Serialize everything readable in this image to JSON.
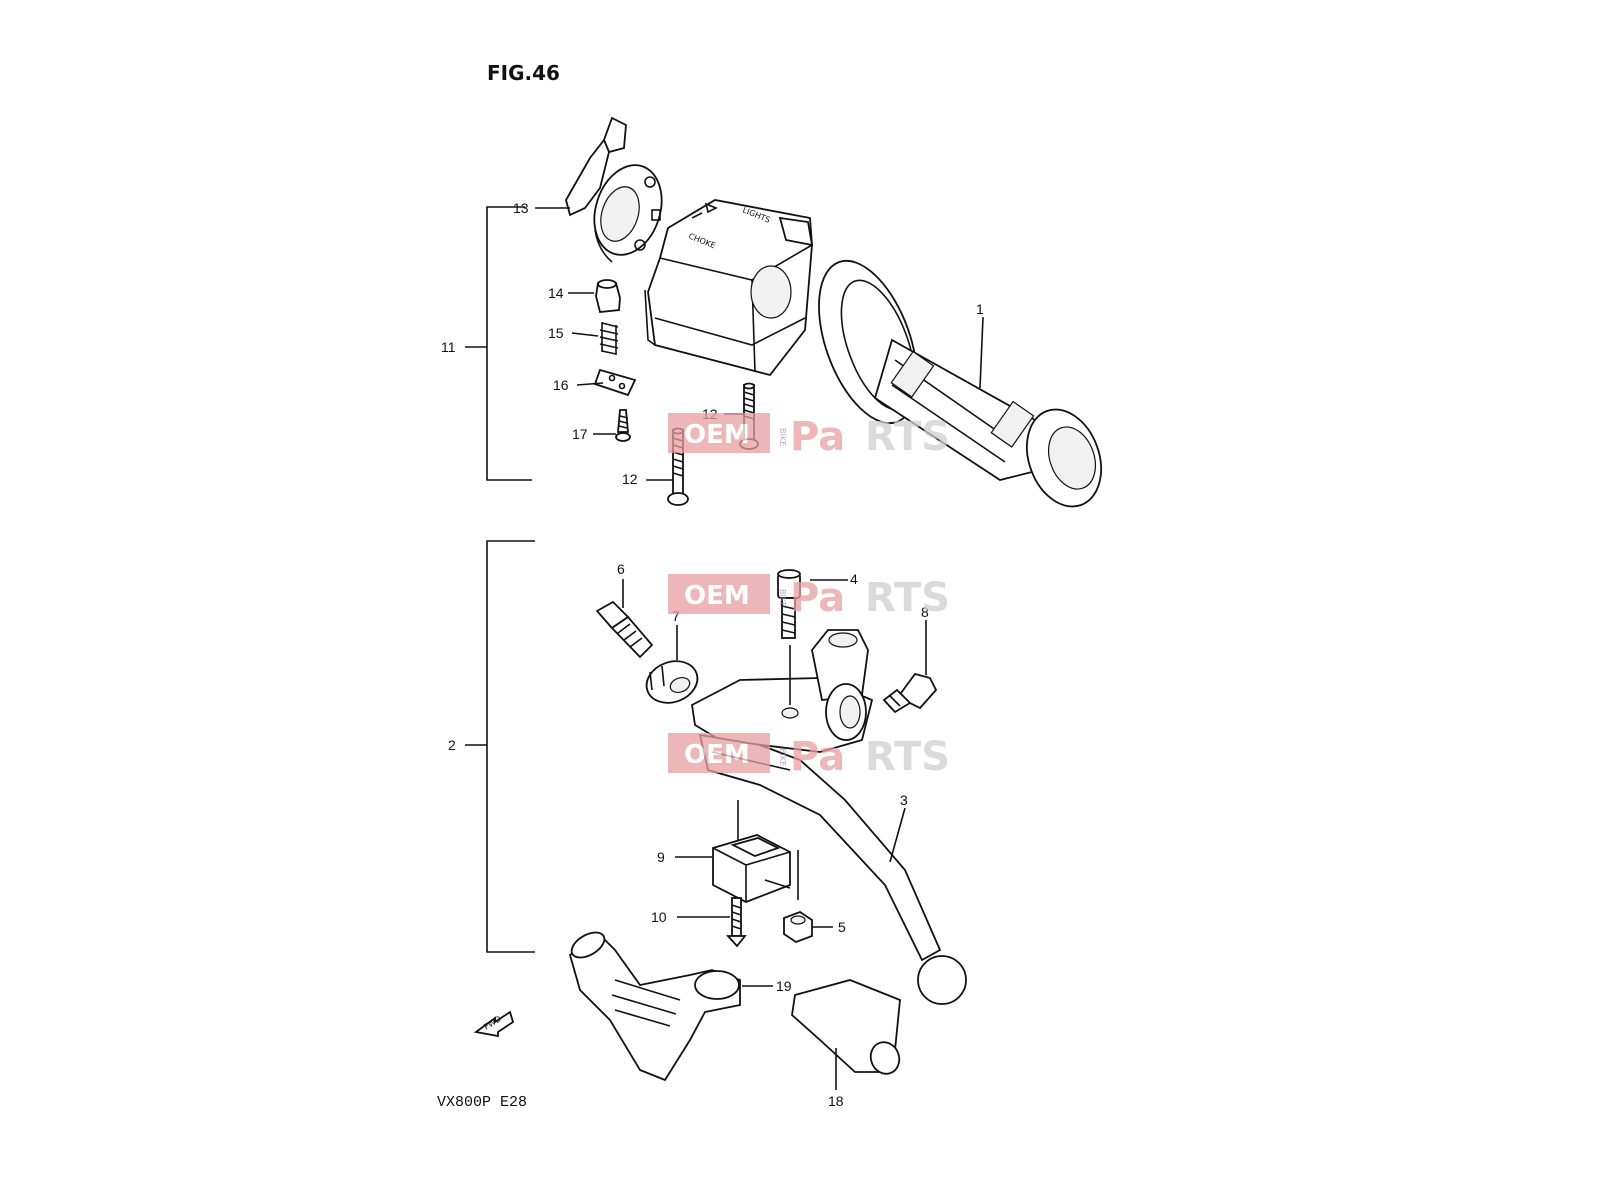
{
  "figure": {
    "title": "FIG.46",
    "model_code": "VX800P  E28",
    "fwd_label": "FWD"
  },
  "switch_markings": {
    "choke": "CHOKE",
    "lights": "LIGHTS"
  },
  "watermark": {
    "oem": "OEM",
    "bike": "BIKE",
    "pa": "Pa",
    "rts": "RTS"
  },
  "callouts": [
    "1",
    "2",
    "3",
    "4",
    "5",
    "6",
    "7",
    "8",
    "9",
    "10",
    "11",
    "12",
    "12",
    "13",
    "14",
    "15",
    "16",
    "17",
    "18",
    "19"
  ]
}
